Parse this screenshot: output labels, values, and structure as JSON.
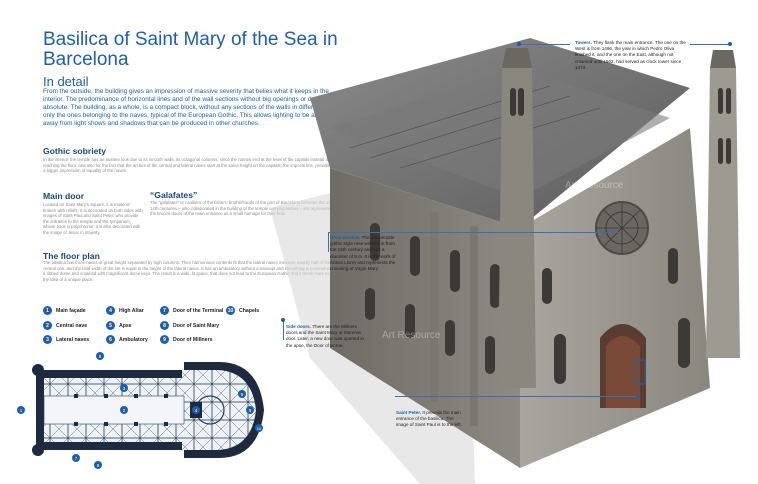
{
  "title": "Basilica of Saint Mary of the Sea in Barcelona",
  "subtitle": "In detail",
  "intro": "From the outside, the building gives an impression of massive severity that belies what it keeps in the interior. The predominance of horizontal lines and of the wall sections without big openings or decorations is absolute. The building, as a whole, is a compact block, without any sections of the walls in different depths, only the ones belonging to the naves, typical of the European Gothic. This allows lighting to be always flat, away from light shows and shadows that can be produced in other churches.",
  "sections": {
    "gothic": {
      "heading": "Gothic sobriety",
      "text": "In the interior, the temple has an austere look due to its smooth walls, its octagonal columns, since the narrow end at the level of the capitals instead of reaching the floor, and also for the fact that the arches of the central and lateral naves start at the same height on the capitals; the imposts line, providing a bigger impression of equality of the naves."
    },
    "main_door": {
      "heading": "Main door",
      "text": "Located on Saint Mary's Square, it is made of broken with reliefs. It is decorated on both sides with images of Saint Paul and Saint Peter, who provide the entrance to the temple and the tympanum, whose back is polychrome; it is also decorated with the image of Jesus in majesty."
    },
    "galafates": {
      "heading": "“Galafates”",
      "text": "The “galafates” or caulkers of the fishers' brotherhoods of the port of Barcelona between the 13th and 14th centuries – who collaborated in the building of the temple carrying stones – are represented on the bronze doors of the main entrance as a small homage for their help."
    },
    "floor_plan": {
      "heading": "The floor plan",
      "text": "The basilica has three naves of great height separated by high columns. Their harmonious contents fit that the lateral naves measure exactly half of the central one, and the total width of the set is equal to the height of the lateral naves. It has an ambulatory without a transept and everything is covered with a ribbed dome and crowned with magnificent dome keys. The result is a wide, lit space, that does not lead to the European Gothic and it tends more to be the idea of a unique place."
    }
  },
  "legend": [
    {
      "num": "1",
      "label": "Main façade"
    },
    {
      "num": "2",
      "label": "Central nave"
    },
    {
      "num": "3",
      "label": "Lateral naves"
    },
    {
      "num": "4",
      "label": "High Altar"
    },
    {
      "num": "5",
      "label": "Apse"
    },
    {
      "num": "6",
      "label": "Ambulatory"
    },
    {
      "num": "7",
      "label": "Door of the Terminal"
    },
    {
      "num": "8",
      "label": "Door of Saint Mary"
    },
    {
      "num": "9",
      "label": "Door of Millners"
    },
    {
      "num": "10",
      "label": "Chapels"
    }
  ],
  "callouts": {
    "towers": {
      "title": "Towers.",
      "text": "They flank the main entrance. The one on the West is from 1496, the year in which Pedro Oliva finished it, and the one on the East, although not crowned until 1902, had served as clock tower since 1474."
    },
    "rose": {
      "title": "Rose window.",
      "text": "The insuperable gothic style rose window is from the 15th century and has a diameter of 9 m. It is the work of Antoni Lloret and represents the crowning of Virgin Mary."
    },
    "side_doors": {
      "title": "Side doors.",
      "text": "There are the Millners doors and the Saint Mary or Moreras door. Later, a new door was opened in the apse, the Door of Borne."
    },
    "saint_peter": {
      "title": "Saint Peter.",
      "text": "It prevails the main entrance of the basilica. The image of Saint Paul is to the left."
    }
  },
  "plan_markers": [
    "1",
    "2",
    "3",
    "4",
    "5",
    "6",
    "7",
    "8",
    "9",
    "10"
  ],
  "watermark": "Art Resource",
  "colors": {
    "accent": "#1f5fa8",
    "stone": "#9a978f",
    "roof": "#6d6d6d"
  }
}
